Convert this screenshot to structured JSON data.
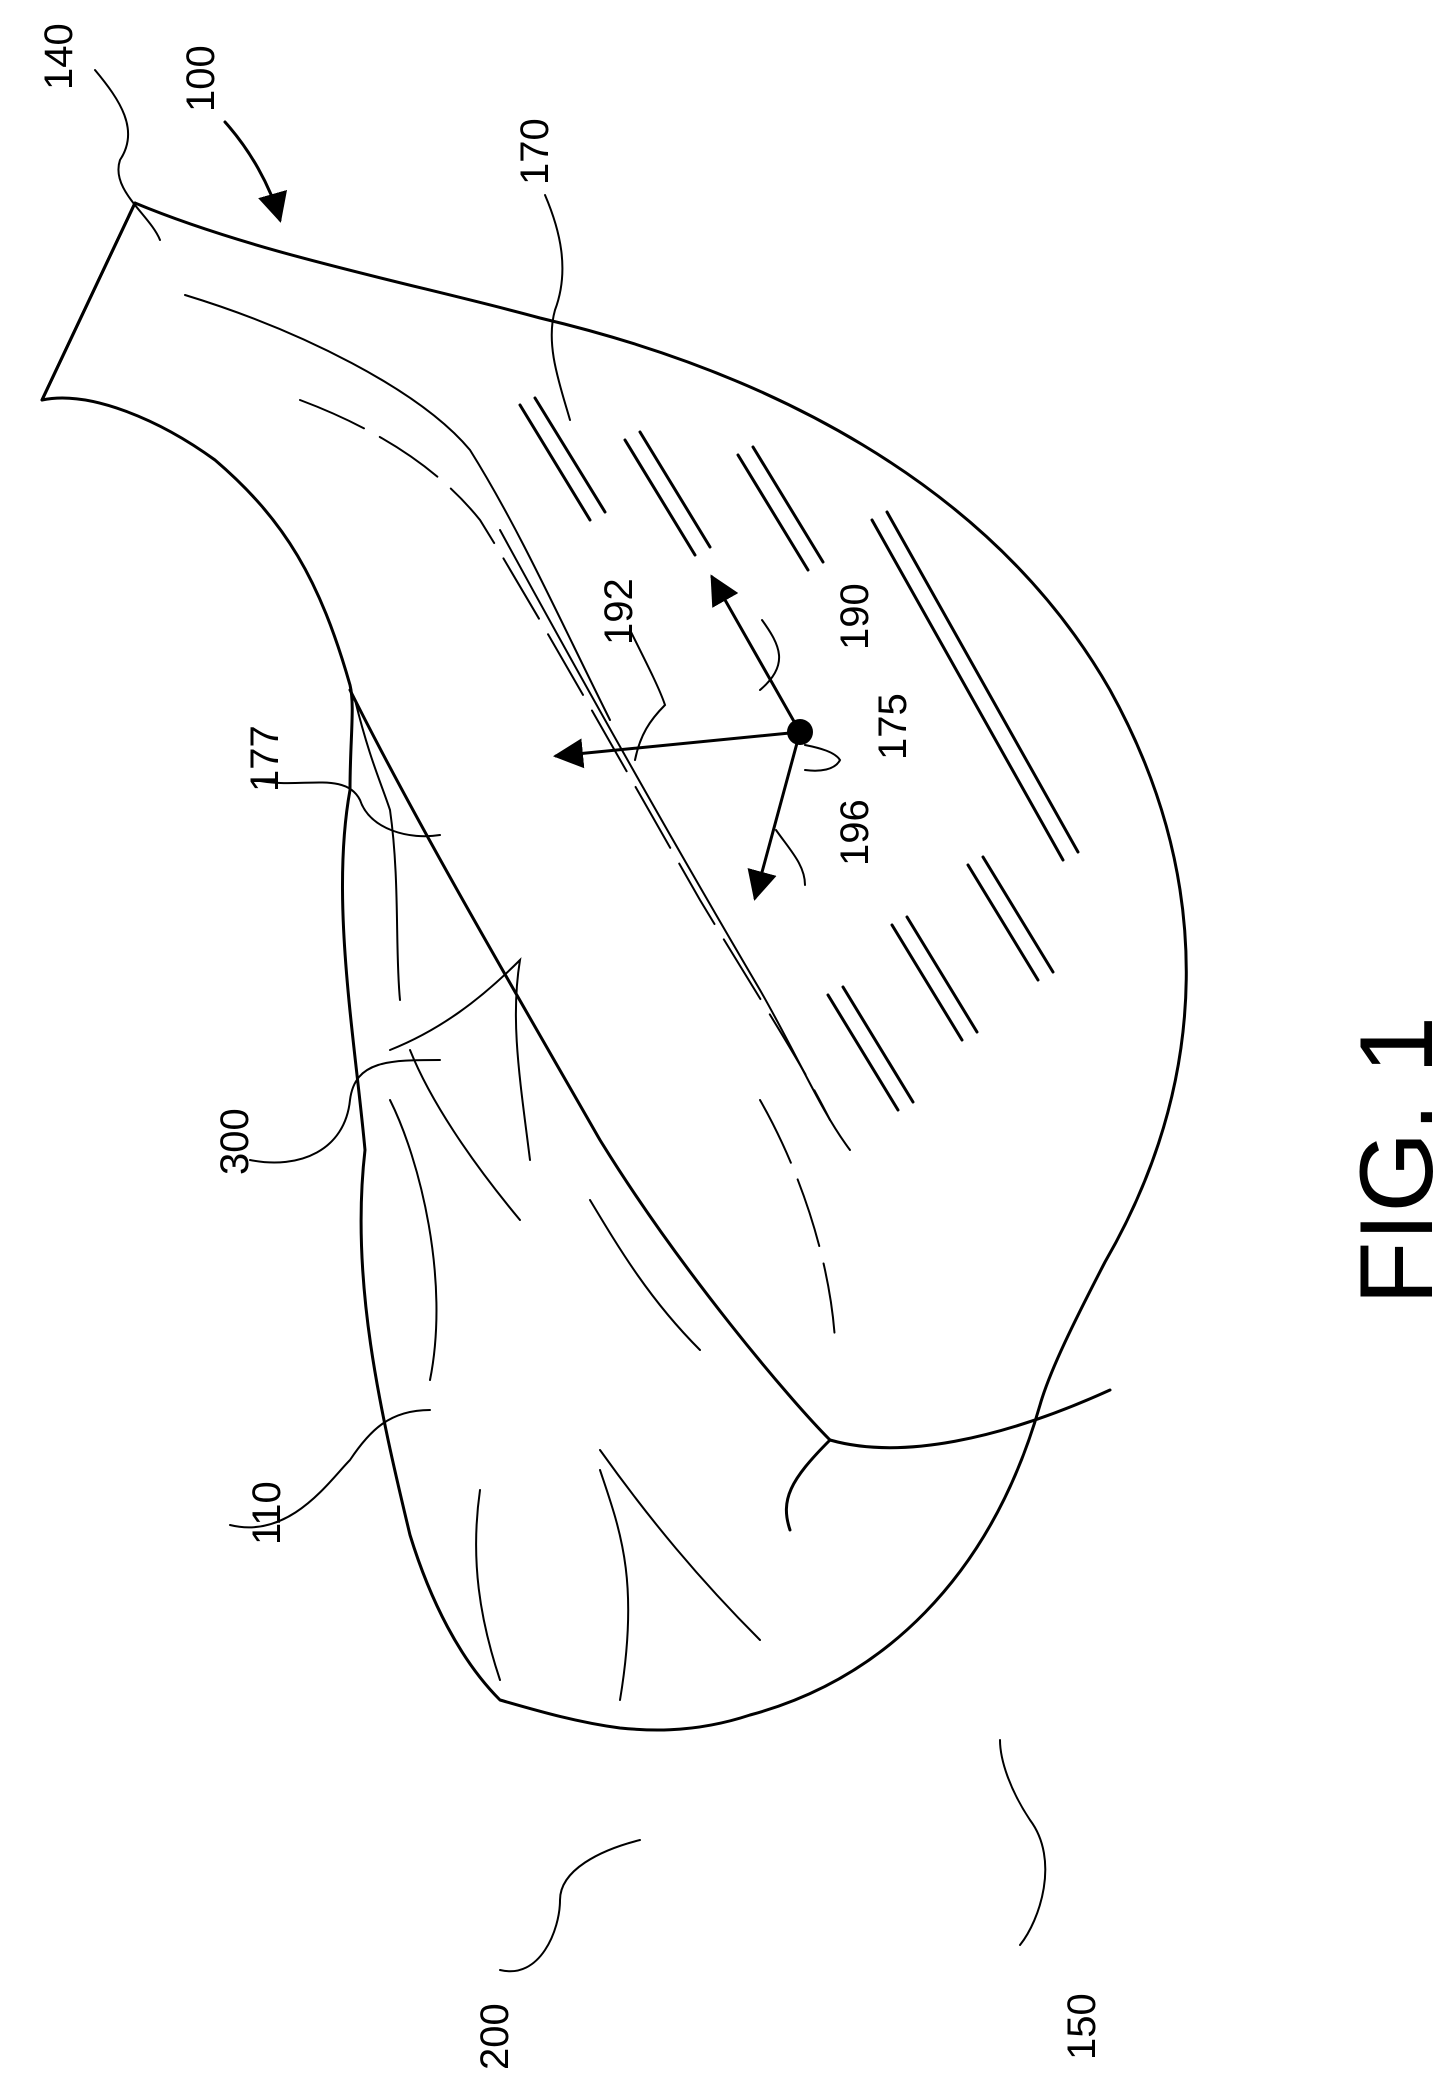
{
  "figure": {
    "caption": "FIG. 1",
    "labels": {
      "l100": "100",
      "l110": "110",
      "l140": "140",
      "l150": "150",
      "l170": "170",
      "l175": "175",
      "l177": "177",
      "l190": "190",
      "l192": "192",
      "l196": "196",
      "l200": "200",
      "l300": "300"
    }
  }
}
